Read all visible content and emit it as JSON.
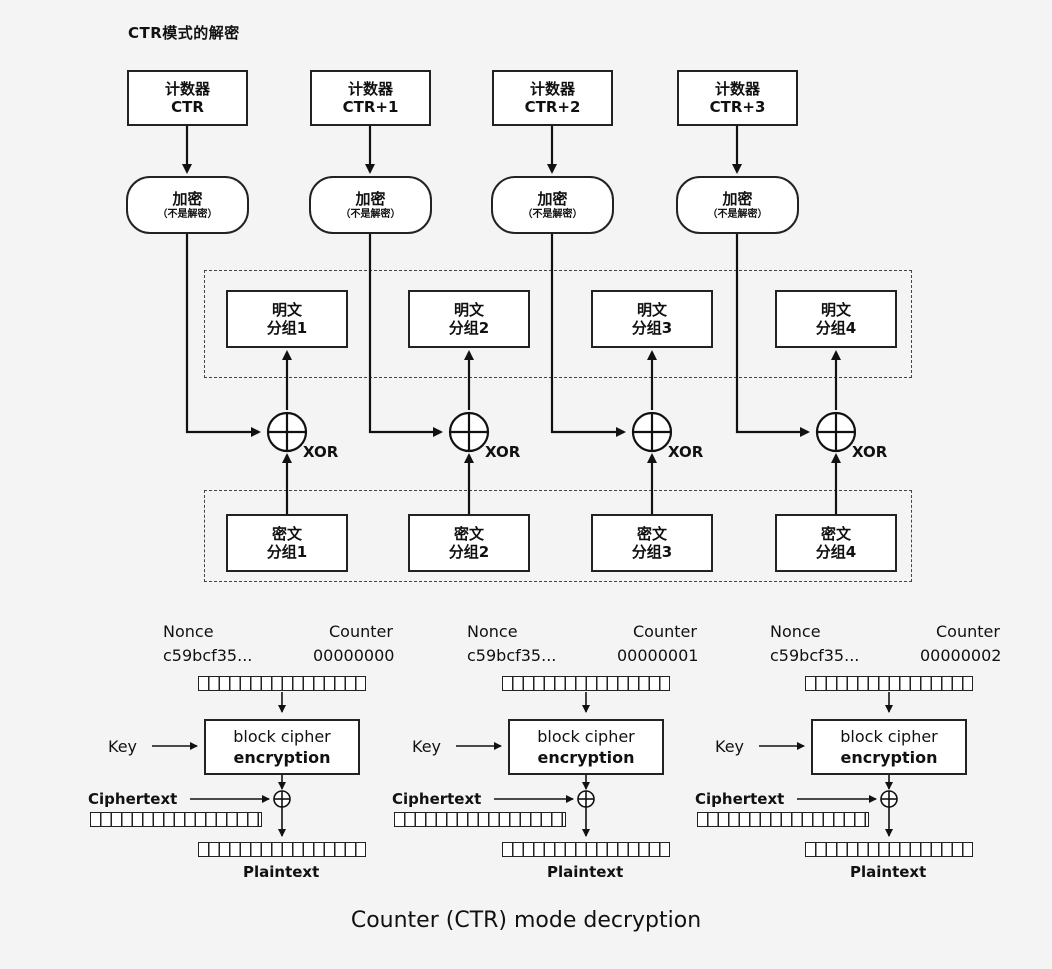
{
  "top_diagram": {
    "title": "CTR模式的解密",
    "columns": [
      {
        "counter_l1": "计数器",
        "counter_l2": "CTR",
        "enc_l1": "加密",
        "enc_l2": "（不是解密）",
        "plain_l1": "明文",
        "plain_l2": "分组1",
        "cipher_l1": "密文",
        "cipher_l2": "分组1",
        "xor": "XOR"
      },
      {
        "counter_l1": "计数器",
        "counter_l2": "CTR+1",
        "enc_l1": "加密",
        "enc_l2": "（不是解密）",
        "plain_l1": "明文",
        "plain_l2": "分组2",
        "cipher_l1": "密文",
        "cipher_l2": "分组2",
        "xor": "XOR"
      },
      {
        "counter_l1": "计数器",
        "counter_l2": "CTR+2",
        "enc_l1": "加密",
        "enc_l2": "（不是解密）",
        "plain_l1": "明文",
        "plain_l2": "分组3",
        "cipher_l1": "密文",
        "cipher_l2": "分组3",
        "xor": "XOR"
      },
      {
        "counter_l1": "计数器",
        "counter_l2": "CTR+3",
        "enc_l1": "加密",
        "enc_l2": "（不是解密）",
        "plain_l1": "明文",
        "plain_l2": "分组4",
        "cipher_l1": "密文",
        "cipher_l2": "分组4",
        "xor": "XOR"
      }
    ]
  },
  "bottom_diagram": {
    "title": "Counter (CTR) mode decryption",
    "blocks": [
      {
        "nonce_label": "Nonce",
        "nonce_value": "c59bcf35...",
        "counter_label": "Counter",
        "counter_value": "00000000",
        "key": "Key",
        "cipher_l1": "block cipher",
        "cipher_l2": "encryption",
        "ciphertext": "Ciphertext",
        "plaintext": "Plaintext"
      },
      {
        "nonce_label": "Nonce",
        "nonce_value": "c59bcf35...",
        "counter_label": "Counter",
        "counter_value": "00000001",
        "key": "Key",
        "cipher_l1": "block cipher",
        "cipher_l2": "encryption",
        "ciphertext": "Ciphertext",
        "plaintext": "Plaintext"
      },
      {
        "nonce_label": "Nonce",
        "nonce_value": "c59bcf35...",
        "counter_label": "Counter",
        "counter_value": "00000002",
        "key": "Key",
        "cipher_l1": "block cipher",
        "cipher_l2": "encryption",
        "ciphertext": "Ciphertext",
        "plaintext": "Plaintext"
      }
    ]
  }
}
